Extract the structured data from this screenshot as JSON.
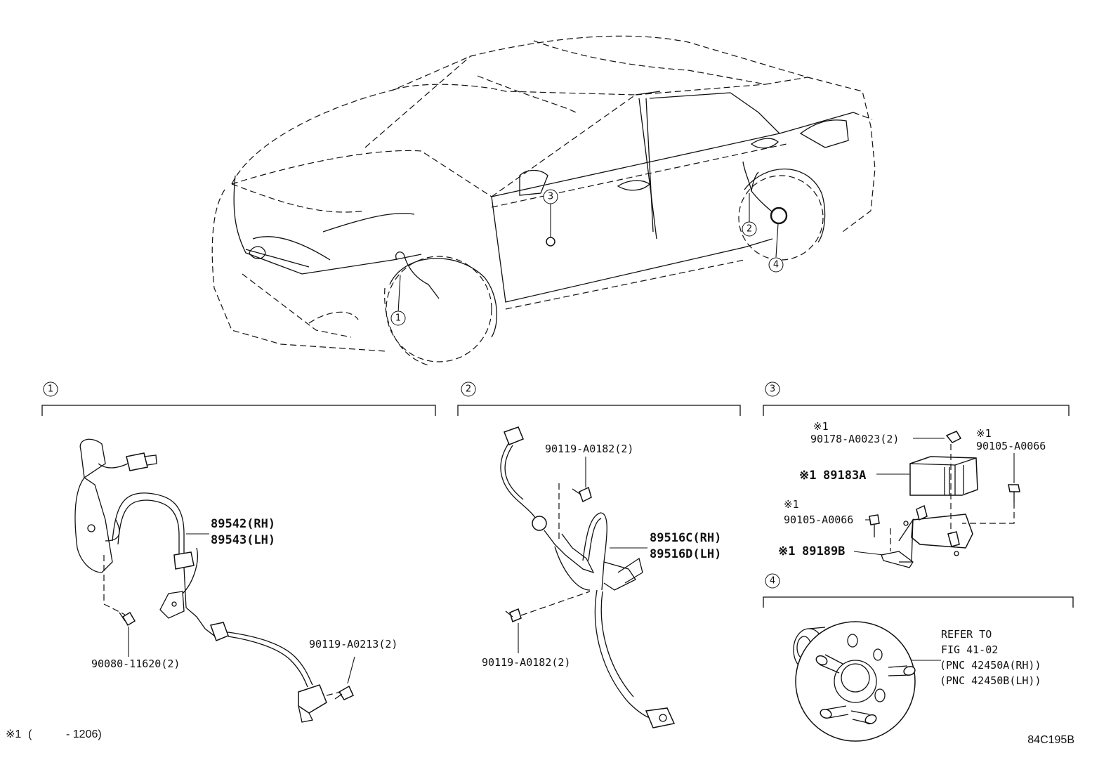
{
  "callouts": {
    "c1": "1",
    "c2": "2",
    "c3": "3",
    "c4": "4"
  },
  "sections": [
    {
      "number": "1"
    },
    {
      "number": "2"
    },
    {
      "number": "3"
    },
    {
      "number": "4"
    }
  ],
  "section1": {
    "sensor_rh": "89542(RH)",
    "sensor_lh": "89543(LH)",
    "bolt_a": "90080-11620(2)",
    "bolt_b": "90119-A0213(2)"
  },
  "section2": {
    "sensor_rh": "89516C(RH)",
    "sensor_lh": "89516D(LH)",
    "bolt_top": "90119-A0182(2)",
    "bolt_bottom": "90119-A0182(2)"
  },
  "section3": {
    "mark": "※1",
    "nut": "90178-A0023(2)",
    "bolt_right": "90105-A0066",
    "sensor": "89183A",
    "bolt_left": "90105-A0066",
    "bracket": "89189B"
  },
  "section4": {
    "refer_line1": "REFER TO",
    "refer_line2": "FIG 41-02",
    "refer_line3": "(PNC 42450A(RH))",
    "refer_line4": "(PNC 42450B(LH))"
  },
  "footnote": {
    "mark": "※1",
    "open": "(",
    "range": "- 1206)"
  },
  "diagram_code": "84C195B"
}
